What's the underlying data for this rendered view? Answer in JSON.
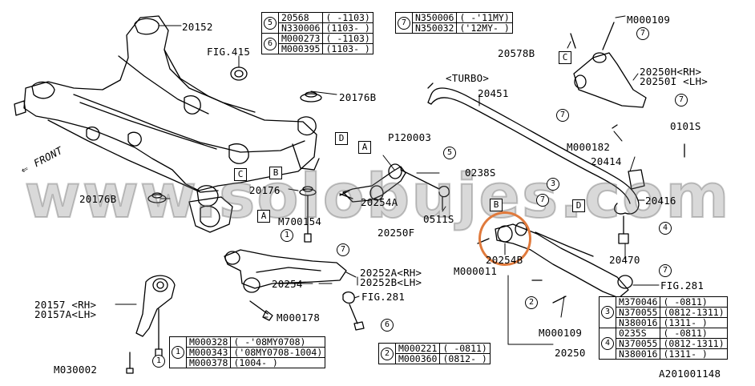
{
  "labels": {
    "p20152": "20152",
    "fig415": "FIG.415",
    "p20176b_top": "20176B",
    "p20176b_left": "20176B",
    "p20176": "20176",
    "p120003": "P120003",
    "p0238s": "0238S",
    "p20254a": "20254A",
    "m700154": "M700154",
    "p20250f": "20250F",
    "p0511s": "0511S",
    "turbo": "<TURBO>",
    "p20451": "20451",
    "m000109_top": "M000109",
    "p20578b": "20578B",
    "p20250h": "20250H<RH>",
    "p20250i": "20250I <LH>",
    "p0101s": "0101S",
    "m000182": "M000182",
    "p20414": "20414",
    "p20416": "20416",
    "p20470": "20470",
    "fig281_right": "FIG.281",
    "m000011": "M000011",
    "p20254b": "20254B",
    "m000109_bottom": "M000109",
    "p20250": "20250",
    "p20252a": "20252A<RH>",
    "p20252b": "20252B<LH>",
    "p20254": "20254",
    "fig281_mid": "FIG.281",
    "m000178": "M000178",
    "p20157": "20157 <RH>",
    "p20157a": "20157A<LH>",
    "m030002": "M030002",
    "front": "FRONT",
    "diagram_id": "A201001148",
    "watermark": "www.solobujes.com"
  },
  "box_refs": {
    "a": "A",
    "b": "B",
    "c": "C",
    "d": "D"
  },
  "callouts": {
    "n1": "1",
    "n2": "2",
    "n3": "3",
    "n4": "4",
    "n5": "5",
    "n6": "6",
    "n7": "7"
  },
  "parts_tables": {
    "top_5": {
      "num": "5",
      "rows": [
        [
          "20568",
          "(  -1103)"
        ],
        [
          "N330006",
          "(1103-  )"
        ]
      ]
    },
    "top_6": {
      "num": "6",
      "rows": [
        [
          "M000273",
          "(  -1103)"
        ],
        [
          "M000395",
          "(1103-  )"
        ]
      ]
    },
    "top_7": {
      "num": "7",
      "rows": [
        [
          "N350006",
          "(  -'11MY)"
        ],
        [
          "N350032",
          "('12MY-  )"
        ]
      ]
    },
    "bottom_1": {
      "num": "1",
      "rows": [
        [
          "M000328",
          "(  -'08MY0708)"
        ],
        [
          "M000343",
          "('08MY0708-1004)"
        ],
        [
          "M000378",
          "(1004-  )"
        ]
      ]
    },
    "bottom_2": {
      "num": "2",
      "rows": [
        [
          "M000221",
          "(  -0811)"
        ],
        [
          "M000360",
          "(0812-  )"
        ]
      ]
    },
    "right_3": {
      "num": "3",
      "rows": [
        [
          "M370046",
          "(  -0811)"
        ],
        [
          "N370055",
          "(0812-1311)"
        ],
        [
          "N380016",
          "(1311-  )"
        ]
      ]
    },
    "right_4": {
      "num": "4",
      "rows": [
        [
          "0235S",
          "(  -0811)"
        ],
        [
          "N370055",
          "(0812-1311)"
        ],
        [
          "N380016",
          "(1311-  )"
        ]
      ]
    }
  },
  "colors": {
    "lines": "#000000",
    "highlight": "#e07a3c",
    "watermark": "#787878"
  }
}
